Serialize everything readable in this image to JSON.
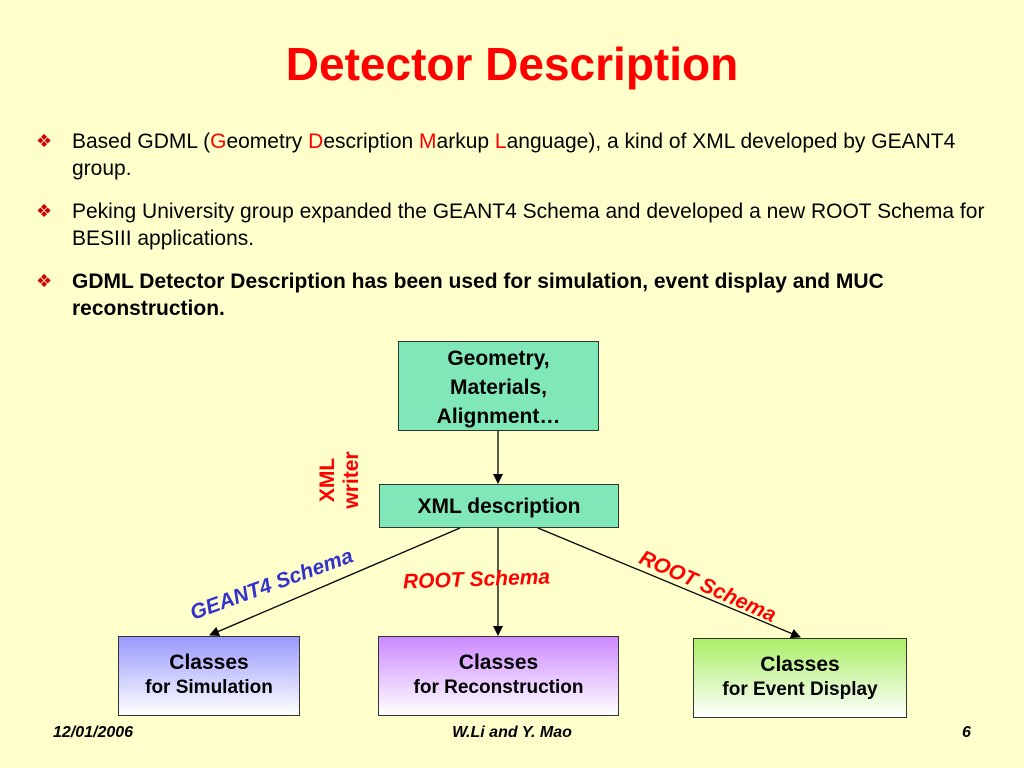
{
  "title": "Detector Description",
  "bullets": [
    {
      "parts": [
        "Based GDML (",
        "G",
        "eometry ",
        "D",
        "escription ",
        "M",
        "arkup ",
        "L",
        "anguage), a kind of XML developed by GEANT4 group."
      ]
    },
    {
      "text": "Peking University group expanded the GEANT4 Schema and developed a new ROOT Schema for BESIII applications."
    },
    {
      "text": "GDML Detector Description has been used for simulation, event display and MUC reconstruction."
    }
  ],
  "bullet_icon": "❖",
  "diagram": {
    "source_box": [
      "Geometry,",
      "Materials,",
      "Alignment…"
    ],
    "xml_writer_label": [
      "XML",
      "writer"
    ],
    "xml_box": "XML description",
    "edge_labels": {
      "geant4": "GEANT4 Schema",
      "root_mid": "ROOT Schema",
      "root_right": "ROOT Schema"
    },
    "targets": [
      {
        "main": "Classes",
        "sub": "for Simulation"
      },
      {
        "main": "Classes",
        "sub": "for Reconstruction"
      },
      {
        "main": "Classes",
        "sub": "for Event Display"
      }
    ]
  },
  "footer": {
    "date": "12/01/2006",
    "author": "W.Li and Y. Mao",
    "page": "6"
  },
  "colors": {
    "background": "#ffffcc",
    "title": "#ff0000",
    "accent_red": "#ff0000",
    "schema_blue": "#3333cc",
    "box_green": "#80e8b8"
  }
}
